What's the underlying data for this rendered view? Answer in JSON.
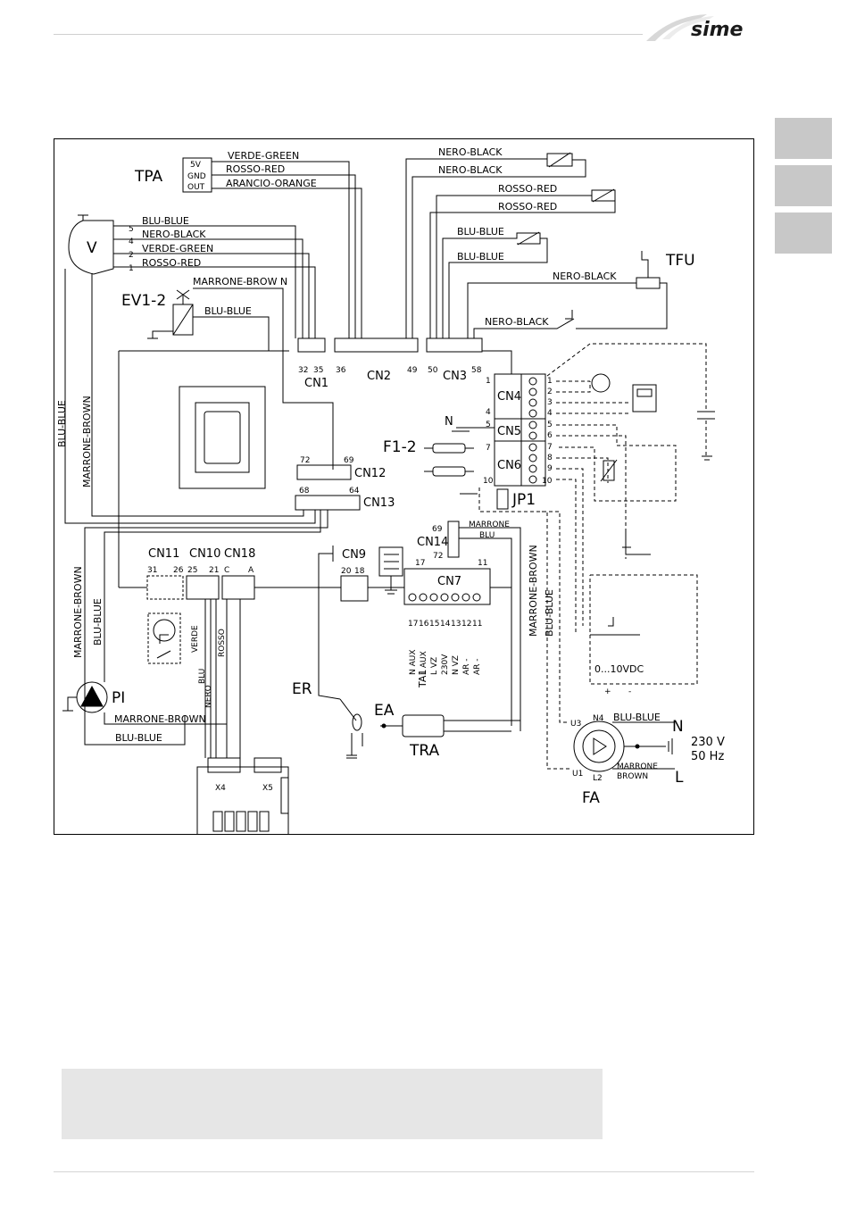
{
  "brand": {
    "name": "sime",
    "color": "#1a1a1a"
  },
  "side_tabs": 3,
  "diagram": {
    "wires": {
      "verde_green": "VERDE-GREEN",
      "rosso_red": "ROSSO-RED",
      "arancio_orange": "ARANCIO-ORANGE",
      "nero_black": "NERO-BLACK",
      "blu_blue": "BLU-BLUE",
      "marrone_brown": "MARRONE-BROWN",
      "marrone_brow_n": "MARRONE-BROW N",
      "marrone_brown_sp": "MARRONE-BROWN",
      "blu_blue_v": "BLU-BLUE",
      "marrone_brown_v": "MARRONE-BROWN",
      "marrone": "MARRONE",
      "blu": "BLU",
      "brown": "BROWN",
      "verde": "VERDE",
      "nero": "NERO",
      "rosso": "ROSSO"
    },
    "components": {
      "tpa": "TPA",
      "v": "V",
      "ev12": "EV1-2",
      "tfu": "TFU",
      "f12": "F1-2",
      "n": "N",
      "jp1": "JP1",
      "pi": "PI",
      "er": "ER",
      "ea": "EA",
      "tra": "TRA",
      "fa": "FA",
      "x4": "X4",
      "x5": "X5",
      "n_mains": "N",
      "l_mains": "L",
      "mains_v": "230 V",
      "mains_hz": "50 Hz",
      "vdc": "0...10VDC",
      "plus": "+",
      "minus": "-",
      "u3": "U3",
      "u1": "U1",
      "n4": "N4",
      "l2": "L2",
      "tpa_5v": "5V",
      "tpa_gnd": "GND",
      "tpa_out": "OUT"
    },
    "connectors": {
      "cn1": "CN1",
      "cn2": "CN2",
      "cn3": "CN3",
      "cn4": "CN4",
      "cn5": "CN5",
      "cn6": "CN6",
      "cn7": "CN7",
      "cn9": "CN9",
      "cn10": "CN10",
      "cn11": "CN11",
      "cn12": "CN12",
      "cn13": "CN13",
      "cn14": "CN14",
      "cn18": "CN18"
    },
    "pins": {
      "p32": "32",
      "p35": "35",
      "p36": "36",
      "p49": "49",
      "p50": "50",
      "p58": "58",
      "p72a": "72",
      "p69a": "69",
      "p68": "68",
      "p64": "64",
      "p31": "31",
      "p26": "26",
      "p25": "25",
      "p21": "21",
      "pc": "C",
      "pa": "A",
      "p20": "20",
      "p18": "18",
      "p17": "17",
      "p11": "11",
      "p69b": "69",
      "p72b": "72",
      "v5": "5",
      "v4": "4",
      "v2": "2",
      "v1": "1",
      "cn4_1": "1",
      "cn4_4": "4",
      "cn5_5": "5",
      "cn6_7": "7",
      "cn6_10": "10",
      "t1": "1",
      "t2": "2",
      "t3": "3",
      "t4": "4",
      "t5": "5",
      "t6": "6",
      "t7": "7",
      "t8": "8",
      "t9": "9",
      "t10": "10"
    },
    "cn7_terminals": {
      "numbers": [
        "17",
        "16",
        "15",
        "14",
        "13",
        "12",
        "11"
      ],
      "labels": [
        "N",
        "L",
        "L",
        "230V",
        "N",
        "AR",
        "AR"
      ],
      "labels2": [
        "AUX",
        "AUX",
        "VZ",
        "",
        "VZ",
        "-",
        "-"
      ],
      "ta1": "TA1"
    }
  }
}
